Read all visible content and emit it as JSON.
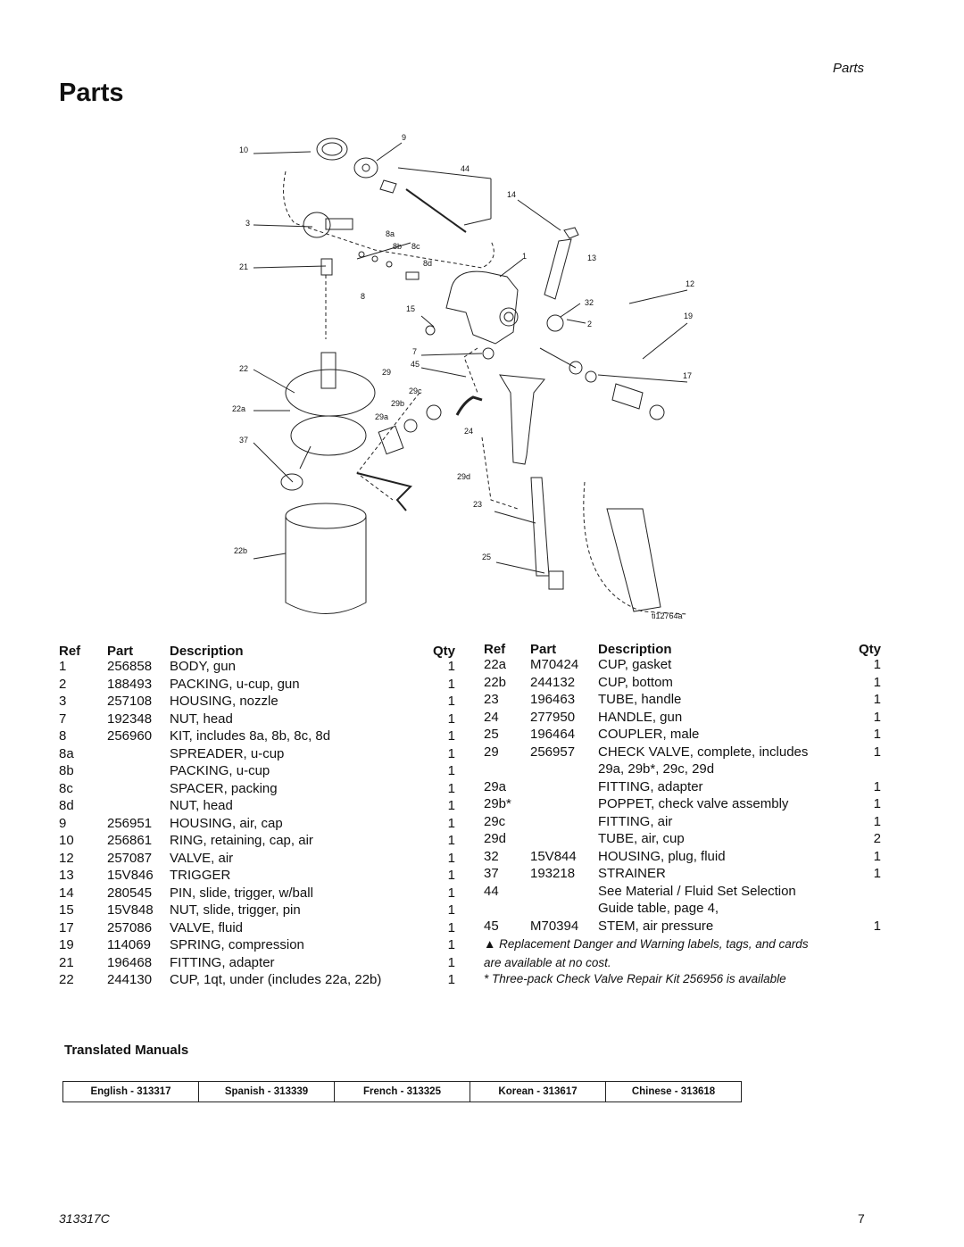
{
  "header": {
    "running_head": "Parts",
    "title": "Parts"
  },
  "diagram": {
    "figure_id": "ti12764a",
    "callouts": {
      "c10": "10",
      "c9": "9",
      "c44": "44",
      "c14": "14",
      "c3": "3",
      "c8a": "8a",
      "c8b": "8b",
      "c8c": "8c",
      "c8d": "8d",
      "c1": "1",
      "c13": "13",
      "c21": "21",
      "c12": "12",
      "c8": "8",
      "c32": "32",
      "c15": "15",
      "c19": "19",
      "c2": "2",
      "c7": "7",
      "c45": "45",
      "c22": "22",
      "c29": "29",
      "c17": "17",
      "c29c": "29c",
      "c29b": "29b",
      "c22a": "22a",
      "c29a": "29a",
      "c24": "24",
      "c37": "37",
      "c29d": "29d",
      "c23": "23",
      "c22b": "22b",
      "c25": "25"
    }
  },
  "columns": {
    "ref": "Ref",
    "part": "Part",
    "description": "Description",
    "qty": "Qty"
  },
  "left_rows": [
    {
      "ref": "1",
      "part": "256858",
      "desc": "BODY, gun",
      "qty": "1"
    },
    {
      "ref": "2",
      "part": "188493",
      "desc": "PACKING, u-cup, gun",
      "qty": "1"
    },
    {
      "ref": "3",
      "part": "257108",
      "desc": "HOUSING, nozzle",
      "qty": "1"
    },
    {
      "ref": "7",
      "part": "192348",
      "desc": "NUT, head",
      "qty": "1"
    },
    {
      "ref": "8",
      "part": "256960",
      "desc": "KIT, includes 8a, 8b, 8c, 8d",
      "qty": "1"
    },
    {
      "ref": "8a",
      "part": "",
      "desc": "SPREADER, u-cup",
      "qty": "1"
    },
    {
      "ref": "8b",
      "part": "",
      "desc": "PACKING, u-cup",
      "qty": "1"
    },
    {
      "ref": "8c",
      "part": "",
      "desc": "SPACER, packing",
      "qty": "1"
    },
    {
      "ref": "8d",
      "part": "",
      "desc": "NUT, head",
      "qty": "1"
    },
    {
      "ref": "9",
      "part": "256951",
      "desc": "HOUSING, air, cap",
      "qty": "1"
    },
    {
      "ref": "10",
      "part": "256861",
      "desc": "RING, retaining, cap, air",
      "qty": "1"
    },
    {
      "ref": "12",
      "part": "257087",
      "desc": "VALVE, air",
      "qty": "1"
    },
    {
      "ref": "13",
      "part": "15V846",
      "desc": "TRIGGER",
      "qty": "1"
    },
    {
      "ref": "14",
      "part": "280545",
      "desc": "PIN, slide, trigger, w/ball",
      "qty": "1"
    },
    {
      "ref": "15",
      "part": "15V848",
      "desc": "NUT, slide, trigger, pin",
      "qty": "1"
    },
    {
      "ref": "17",
      "part": "257086",
      "desc": "VALVE, fluid",
      "qty": "1"
    },
    {
      "ref": "19",
      "part": "114069",
      "desc": "SPRING, compression",
      "qty": "1"
    },
    {
      "ref": "21",
      "part": "196468",
      "desc": "FITTING, adapter",
      "qty": "1"
    },
    {
      "ref": "22",
      "part": "244130",
      "desc": "CUP, 1qt, under (includes 22a, 22b)",
      "qty": "1"
    }
  ],
  "right_rows": [
    {
      "ref": "22a",
      "part": "M70424",
      "desc": "CUP, gasket",
      "qty": "1"
    },
    {
      "ref": "22b",
      "part": "244132",
      "desc": "CUP, bottom",
      "qty": "1"
    },
    {
      "ref": "23",
      "part": "196463",
      "desc": "TUBE, handle",
      "qty": "1"
    },
    {
      "ref": "24",
      "part": "277950",
      "desc": "HANDLE, gun",
      "qty": "1"
    },
    {
      "ref": "25",
      "part": "196464",
      "desc": "COUPLER, male",
      "qty": "1"
    },
    {
      "ref": "29",
      "part": "256957",
      "desc": "CHECK VALVE, complete, includes",
      "qty": "1"
    },
    {
      "ref": "",
      "part": "",
      "desc": "29a, 29b*, 29c, 29d",
      "qty": ""
    },
    {
      "ref": "29a",
      "part": "",
      "desc": "FITTING, adapter",
      "qty": "1"
    },
    {
      "ref": "29b*",
      "part": "",
      "desc": "POPPET, check valve assembly",
      "qty": "1"
    },
    {
      "ref": "29c",
      "part": "",
      "desc": "FITTING, air",
      "qty": "1"
    },
    {
      "ref": "29d",
      "part": "",
      "desc": "TUBE, air, cup",
      "qty": "2"
    },
    {
      "ref": "32",
      "part": "15V844",
      "desc": "HOUSING, plug, fluid",
      "qty": "1"
    },
    {
      "ref": "37",
      "part": "193218",
      "desc": "STRAINER",
      "qty": "1"
    },
    {
      "ref": "44",
      "part": "",
      "desc": "See Material / Fluid Set Selection",
      "qty": ""
    },
    {
      "ref": "",
      "part": "",
      "desc": "Guide table, page 4,",
      "qty": ""
    },
    {
      "ref": "45",
      "part": "M70394",
      "desc": "STEM, air pressure",
      "qty": "1"
    }
  ],
  "notes": {
    "replacement_line1": "▲ Replacement Danger and Warning labels, tags, and cards",
    "replacement_line2": "are available at no cost.",
    "threepack": "* Three-pack Check Valve Repair Kit 256956 is available"
  },
  "translated_manuals": {
    "heading": "Translated Manuals",
    "items": [
      "English - 313317",
      "Spanish - 313339",
      "French - 313325",
      "Korean - 313617",
      "Chinese - 313618"
    ]
  },
  "footer": {
    "doc_number": "313317C",
    "page_number": "7"
  }
}
